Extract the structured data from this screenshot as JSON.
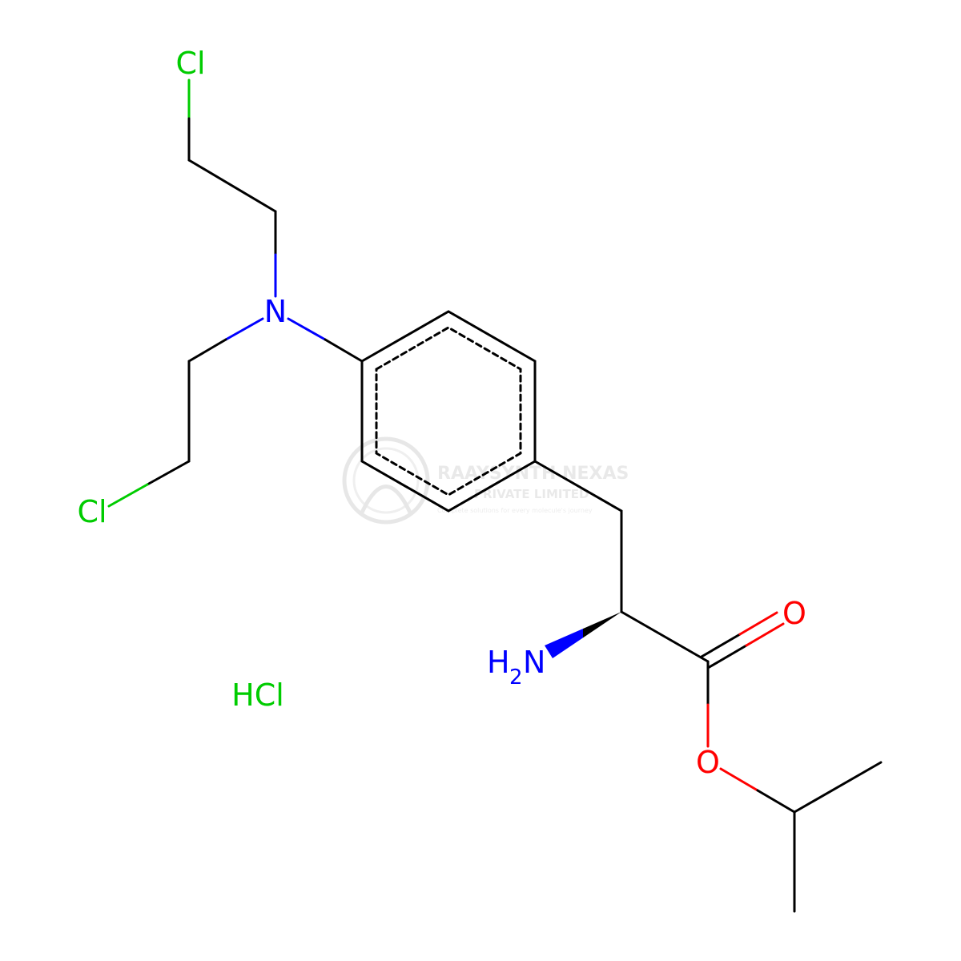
{
  "colors": {
    "bond": "#000000",
    "nitrogen": "#0000ff",
    "oxygen": "#ff0000",
    "chlorine": "#00cc00",
    "watermark": "#d8d8d8"
  },
  "atoms": {
    "cl_top": "Cl",
    "cl_left": "Cl",
    "n_amine": "N",
    "nh2_h": "H",
    "nh2_sub": "2",
    "nh2_n": "N",
    "o_carbonyl": "O",
    "o_ester": "O"
  },
  "salt": "HCl",
  "watermark": {
    "line1": "RAAYSYNTH NEXAS",
    "line2": "PRIVATE LIMITED",
    "line3": "Complete solutions for every molecule's journey"
  }
}
